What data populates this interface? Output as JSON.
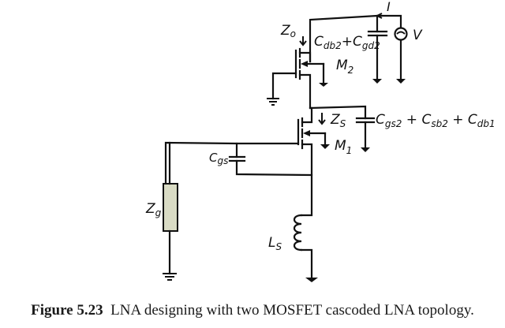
{
  "figure": {
    "caption_label": "Figure 5.23",
    "caption_text": "LNA designing with two MOSFET cascoded LNA topology."
  },
  "labels": {
    "z_o": {
      "main": "Z",
      "sub": "o"
    },
    "z_s": {
      "main": "Z",
      "sub": "S"
    },
    "z_g": {
      "main": "Z",
      "sub": "g"
    },
    "l_s": {
      "main": "L",
      "sub": "S"
    },
    "c_gs": {
      "main": "C",
      "sub": "gs"
    },
    "m1": {
      "main": "M",
      "sub": "1"
    },
    "m2": {
      "main": "M",
      "sub": "2"
    },
    "current": "I",
    "voltage": "V",
    "c_top": {
      "t1": "C",
      "s1": "db2",
      "op": "+",
      "t2": "C",
      "s2": "gd2"
    },
    "c_mid": {
      "t1": "C",
      "s1": "gs2",
      "op1": " + ",
      "t2": "C",
      "s2": "sb2",
      "op2": " + ",
      "t3": "C",
      "s3": "db1"
    }
  },
  "colors": {
    "impedance_fill": "#d9dbc4",
    "wire": "#111111"
  }
}
